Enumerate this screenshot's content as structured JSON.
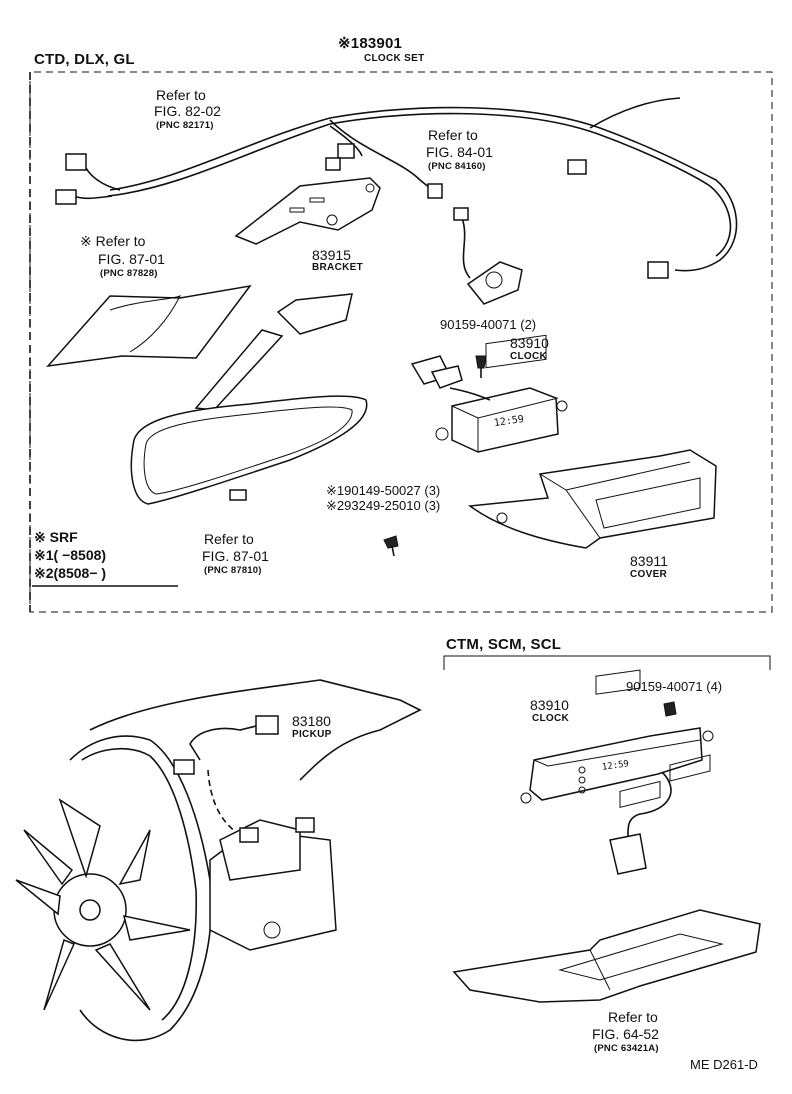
{
  "sections": {
    "top_variants": "CTD, DLX, GL",
    "bottom_variants": "CTM, SCM, SCL"
  },
  "clock_set": {
    "mark": "※1",
    "number": "83901",
    "name": "CLOCK SET"
  },
  "refs": {
    "r8202": {
      "line1": "Refer to",
      "line2": "FIG. 82-02",
      "pnc": "(PNC 82171)"
    },
    "r8401": {
      "line1": "Refer to",
      "line2": "FIG. 84-01",
      "pnc": "(PNC 84160)"
    },
    "r87828": {
      "line1": "※ Refer to",
      "line2": "FIG. 87-01",
      "pnc": "(PNC 87828)"
    },
    "r87810": {
      "line1": "Refer to",
      "line2": "FIG. 87-01",
      "pnc": "(PNC 87810)"
    },
    "r6452": {
      "line1": "Refer to",
      "line2": "FIG. 64-52",
      "pnc": "(PNC 63421A)"
    }
  },
  "parts": {
    "bracket": {
      "number": "83915",
      "name": "BRACKET"
    },
    "screw_top": {
      "number": "90159-40071 (2)"
    },
    "clock_top": {
      "number": "83910",
      "name": "CLOCK"
    },
    "screw1": {
      "number": "※190149-50027 (3)"
    },
    "screw2": {
      "number": "※293249-25010 (3)"
    },
    "cover": {
      "number": "83911",
      "name": "COVER"
    },
    "pickup": {
      "number": "83180",
      "name": "PICKUP"
    },
    "clock_bottom": {
      "number": "83910",
      "name": "CLOCK"
    },
    "screw_bottom": {
      "number": "90159-40071 (4)"
    }
  },
  "legend": {
    "srf": "※  SRF",
    "row1": "※1(      −8508)",
    "row2": "※2(8508−      )"
  },
  "clock_display": "12:59",
  "footer_code": "ME  D261-D"
}
